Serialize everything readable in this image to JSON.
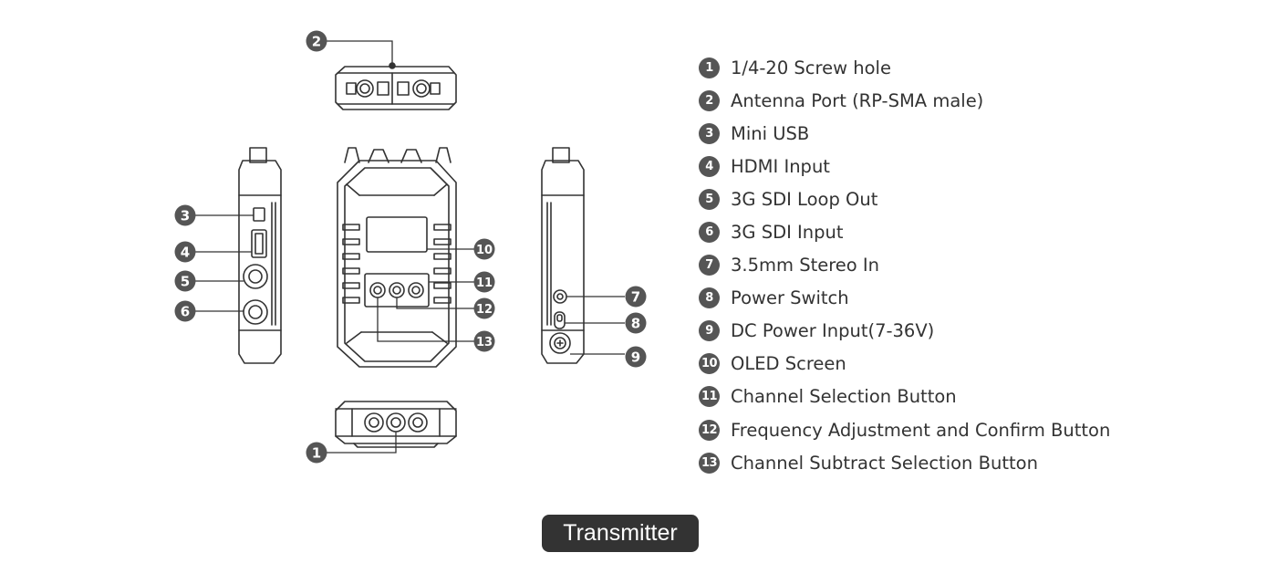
{
  "title": "Transmitter",
  "callouts": [
    {
      "num": "1",
      "label": "1/4-20 Screw hole"
    },
    {
      "num": "2",
      "label": "Antenna Port (RP-SMA male)"
    },
    {
      "num": "3",
      "label": "Mini USB"
    },
    {
      "num": "4",
      "label": "HDMI Input"
    },
    {
      "num": "5",
      "label": "3G SDI Loop Out"
    },
    {
      "num": "6",
      "label": "3G SDI Input"
    },
    {
      "num": "7",
      "label": "3.5mm Stereo In"
    },
    {
      "num": "8",
      "label": "Power Switch"
    },
    {
      "num": "9",
      "label": "DC Power Input(7-36V)"
    },
    {
      "num": "10",
      "label": "OLED Screen"
    },
    {
      "num": "11",
      "label": "Channel Selection Button"
    },
    {
      "num": "12",
      "label": "Frequency Adjustment and Confirm Button"
    },
    {
      "num": "13",
      "label": "Channel Subtract Selection Button"
    }
  ],
  "colors": {
    "marker": "#555555",
    "outline": "#333333",
    "pill": "#333333"
  }
}
